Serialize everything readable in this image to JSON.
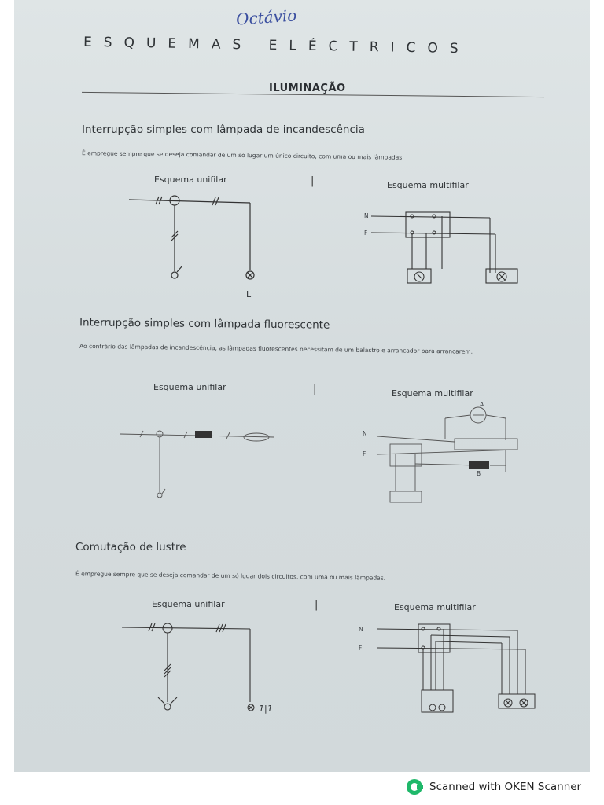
{
  "document": {
    "author": "Octávio",
    "title": "ESQUEMAS ELÉCTRICOS",
    "subtitle": "ILUMINAÇÃO",
    "sections": [
      {
        "heading": "Interrupção simples com lâmpada de incandescência",
        "description": "É empregue sempre que se deseja comandar de um só lugar um único circuito, com uma ou mais lâmpadas",
        "diagram_left_label": "Esquema unifilar",
        "diagram_right_label": "Esquema multifilar",
        "lamp_label": "L",
        "wire_labels": [
          "N",
          "F"
        ]
      },
      {
        "heading": "Interrupção simples com lâmpada fluorescente",
        "description": "Ao contrário das lâmpadas de incandescência, as lâmpadas fluorescentes necessitam de um balastro e arrancador para arrancarem.",
        "diagram_left_label": "Esquema unifilar",
        "diagram_right_label": "Esquema multifilar",
        "wire_labels": [
          "N",
          "F"
        ],
        "component_labels": [
          "A",
          "B"
        ]
      },
      {
        "heading": "Comutação de lustre",
        "description": "É empregue sempre que se deseja comandar de um só lugar dois circuitos, com uma ou mais lâmpadas.",
        "diagram_left_label": "Esquema unifilar",
        "diagram_right_label": "Esquema multifilar",
        "lamp_label": "1|1",
        "wire_labels": [
          "N",
          "F"
        ]
      }
    ],
    "separator": "|"
  },
  "footer": {
    "scanner_text": "Scanned with OKEN Scanner",
    "logo_icon": "oken-scanner-logo-icon",
    "brand_color": "#1fb86a"
  }
}
